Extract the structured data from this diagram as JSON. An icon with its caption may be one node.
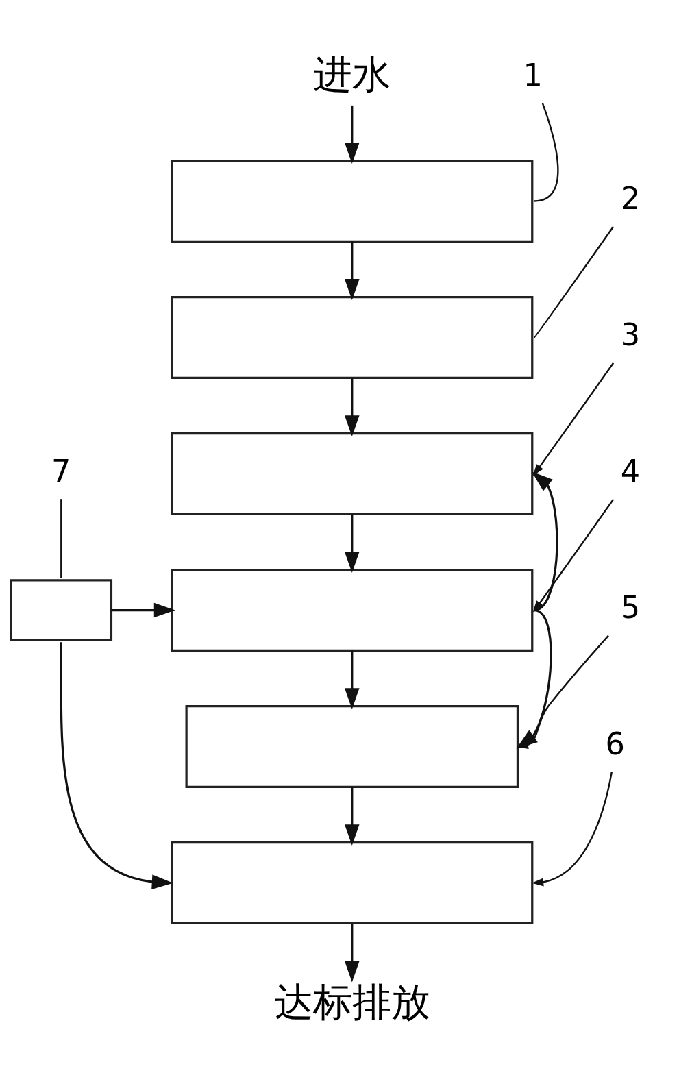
{
  "diagram": {
    "nodes": [
      {
        "text": [
          "进水"
        ]
      },
      {
        "text": [],
        "shape": "box"
      },
      {
        "text": [
          "1"
        ]
      },
      {
        "text": [],
        "shape": "box"
      },
      {
        "text": [
          "2"
        ]
      },
      {
        "text": [
          "3"
        ]
      },
      {
        "text": [],
        "shape": "box"
      },
      {
        "text": [
          "7"
        ]
      },
      {
        "text": [],
        "shape": "box"
      },
      {
        "text": [
          "4"
        ]
      },
      {
        "text": [],
        "shape": "box"
      },
      {
        "text": [
          "5"
        ]
      },
      {
        "text": [],
        "shape": "box"
      },
      {
        "text": [
          "6"
        ]
      },
      {
        "text": [],
        "shape": "box"
      },
      {
        "text": [
          "达标排放"
        ]
      }
    ],
    "edges": [
      {
        "from": 0,
        "to": 1,
        "arrow": "to"
      },
      {
        "from": 1,
        "to": 3,
        "arrow": "to"
      },
      {
        "from": 3,
        "to": 6,
        "arrow": "to"
      },
      {
        "from": 6,
        "to": 10,
        "arrow": "to"
      },
      {
        "from": 10,
        "to": 12,
        "arrow": "to"
      },
      {
        "from": 12,
        "to": 14,
        "arrow": "to"
      },
      {
        "from": 14,
        "to": 15,
        "arrow": "to"
      },
      {
        "from": 10,
        "to": 6,
        "arrow": "to"
      },
      {
        "from": 10,
        "to": 12,
        "arrow": "to"
      },
      {
        "from": 8,
        "to": 10,
        "arrow": "to"
      },
      {
        "from": 8,
        "to": 14,
        "arrow": "to"
      },
      {
        "from": 2,
        "to": 1,
        "arrow": "none"
      },
      {
        "from": 4,
        "to": 3,
        "arrow": "none"
      },
      {
        "from": 5,
        "to": 6,
        "arrow": "to"
      },
      {
        "from": 7,
        "to": 8,
        "arrow": "none"
      },
      {
        "from": 9,
        "to": 10,
        "arrow": "to"
      },
      {
        "from": 11,
        "to": 12,
        "arrow": "to"
      },
      {
        "from": 13,
        "to": 14,
        "arrow": "to"
      }
    ]
  }
}
